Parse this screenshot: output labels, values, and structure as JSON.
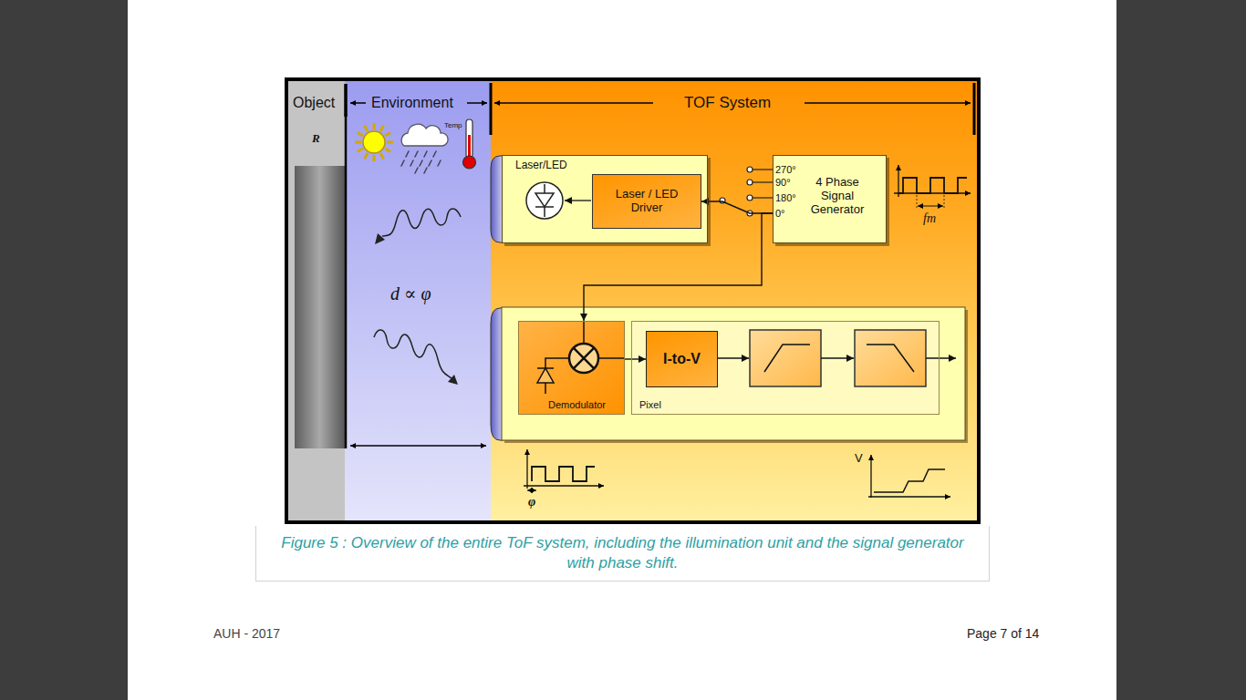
{
  "diagram": {
    "caption": "Figure 5 : Overview of the entire ToF system, including the illumination unit and the signal generator with phase shift.",
    "nodes": [
      {
        "text": [
          "Object",
          "R"
        ]
      },
      {
        "text": [
          "Environment",
          "d ∝ φ"
        ]
      },
      {
        "text": [
          "TOF System"
        ]
      },
      {
        "text": [
          "Laser/LED"
        ],
        "in": 2
      },
      {
        "text": [
          "Laser / LED Driver"
        ],
        "in": 3
      },
      {
        "text": [
          "4 Phase Signal Generator"
        ],
        "in": 2
      },
      {
        "text": [
          "Demodulator"
        ],
        "in": 2
      },
      {
        "text": [
          "Pixel"
        ],
        "in": 2
      },
      {
        "text": [
          "I-to-V"
        ],
        "in": 7
      }
    ],
    "edges": [
      {
        "from": 5,
        "to": 4,
        "arrow": "to"
      },
      {
        "from": 5,
        "to": 6,
        "arrow": "to"
      },
      {
        "from": 6,
        "to": 8,
        "arrow": "to"
      }
    ],
    "labels": [
      "Temp",
      "270°",
      "90°",
      "180°",
      "0°",
      "fm",
      "φ",
      "V",
      "AUH - 2017",
      "Page 7 of 14"
    ]
  }
}
